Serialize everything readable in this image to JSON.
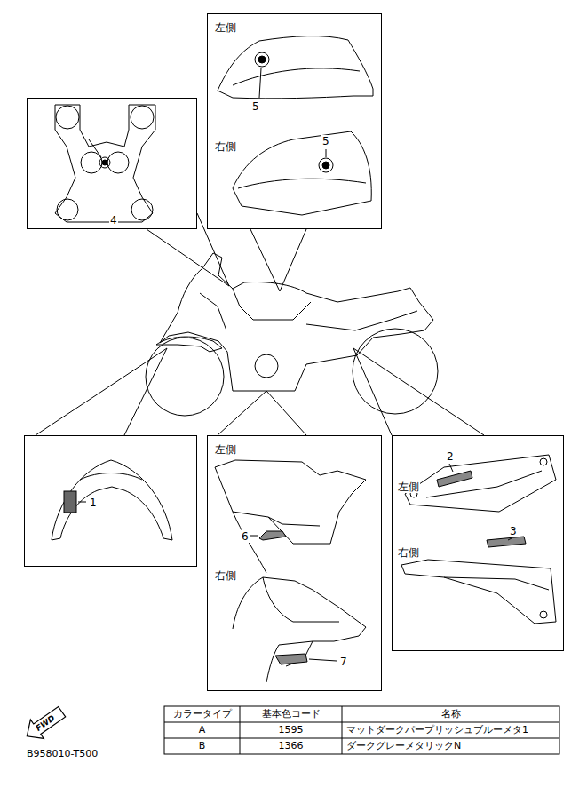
{
  "diagram": {
    "nodes": [
      {
        "text": [
          "左側",
          "5",
          "右側",
          "5"
        ]
      },
      {
        "text": [
          "4"
        ]
      },
      {
        "text": [
          "1"
        ]
      },
      {
        "text": [
          "左側",
          "6",
          "右側",
          "7"
        ]
      },
      {
        "text": [
          "左側",
          "2",
          "右側",
          "3"
        ]
      }
    ],
    "labels": [
      "FWD",
      "B958010-T500",
      "カラータイプ",
      "基本色コード",
      "名称",
      "A",
      "1595",
      "マットダークパープリッシュブルーメタ1",
      "B",
      "1366",
      "ダークグレーメタリックN"
    ]
  }
}
